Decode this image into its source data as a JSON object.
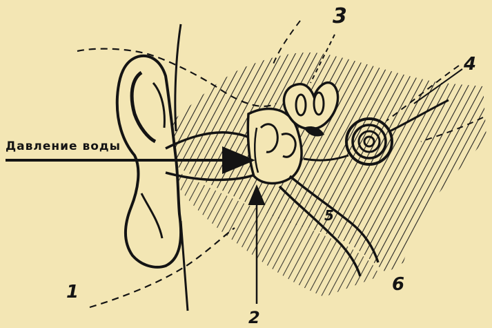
{
  "diagram": {
    "water_pressure_label": "Давление воды",
    "numbers": {
      "n1": "1",
      "n2": "2",
      "n3": "3",
      "n4": "4",
      "n5": "5",
      "n6": "6"
    },
    "colors": {
      "paper": "#f3e6b4",
      "ink": "#141414"
    }
  }
}
